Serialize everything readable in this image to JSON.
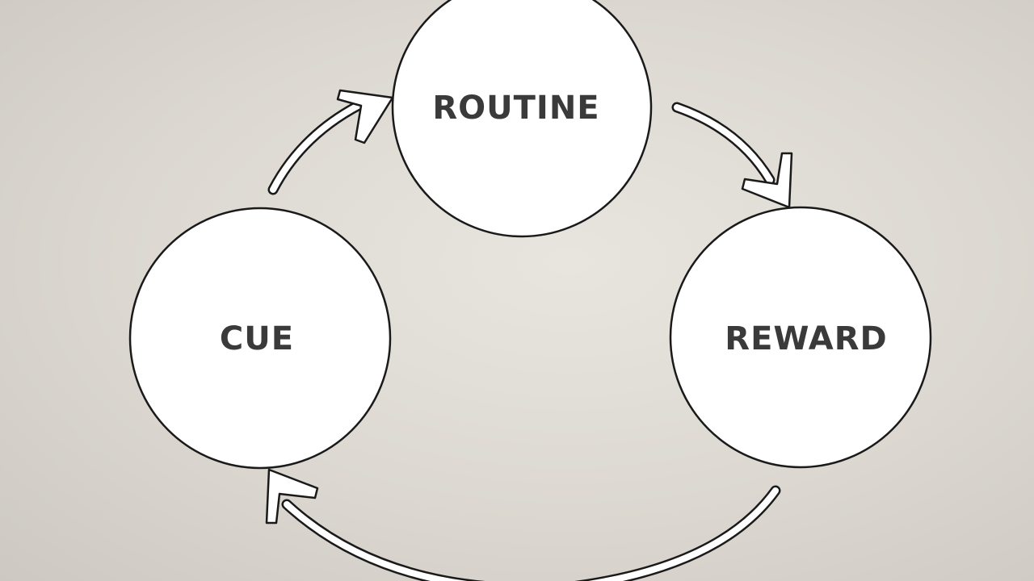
{
  "diagram": {
    "nodes": {
      "routine": {
        "label": "ROUTINE"
      },
      "cue": {
        "label": "CUE"
      },
      "reward": {
        "label": "REWARD"
      }
    },
    "colors": {
      "node_fill": "#ffffff",
      "node_stroke": "#1a1a1a",
      "arrow_fill": "#ffffff",
      "arrow_stroke": "#1a1a1a",
      "label_color": "#3a3a3a"
    },
    "edges": [
      {
        "from": "cue",
        "to": "routine"
      },
      {
        "from": "routine",
        "to": "reward"
      },
      {
        "from": "reward",
        "to": "cue"
      }
    ]
  }
}
